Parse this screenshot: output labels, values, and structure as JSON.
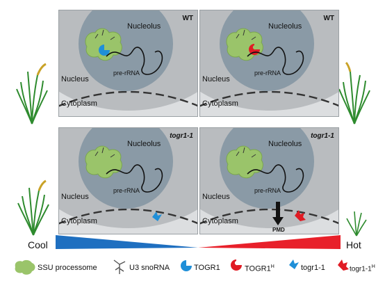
{
  "panels": [
    {
      "genotype": "WT",
      "nucleolus": "Nucleolus",
      "nucleus": "Nucleus",
      "cytoplasm": "Cytoplasm",
      "rna": "pre-rRNA",
      "protein": "TOGR1",
      "pmd": ""
    },
    {
      "genotype": "WT",
      "nucleolus": "Nucleolus",
      "nucleus": "Nucleus",
      "cytoplasm": "Cytoplasm",
      "rna": "pre-rRNA",
      "protein": "TOGR1H",
      "pmd": ""
    },
    {
      "genotype": "togr1-1",
      "nucleolus": "Nucleolus",
      "nucleus": "Nucleus",
      "cytoplasm": "Cytoplasm",
      "rna": "pre-rRNA",
      "protein": "togr1-1",
      "pmd": ""
    },
    {
      "genotype": "togr1-1",
      "nucleolus": "Nucleolus",
      "nucleus": "Nucleus",
      "cytoplasm": "Cytoplasm",
      "rna": "pre-rRNA",
      "protein": "togr1-1H",
      "pmd": "PMD"
    }
  ],
  "temperature": {
    "cool": "Cool",
    "hot": "Hot",
    "cool_color": "#1e6fc0",
    "hot_color": "#e8202a"
  },
  "legend": {
    "ssu": "SSU processome",
    "u3": "U3 snoRNA",
    "togr1": "TOGR1",
    "togr1h_base": "TOGR1",
    "togr1h_sup": "H",
    "mut": "togr1-1",
    "muth_base": "togr1-1",
    "muth_sup": "H"
  },
  "colors": {
    "nucleus": "#b9bcbf",
    "nucleolus": "#8a9aa6",
    "cytoplasm": "#dcdee0",
    "togr1": "#1f8fd8",
    "togr1h": "#e01b24",
    "ssu": "#8fbf5a"
  }
}
